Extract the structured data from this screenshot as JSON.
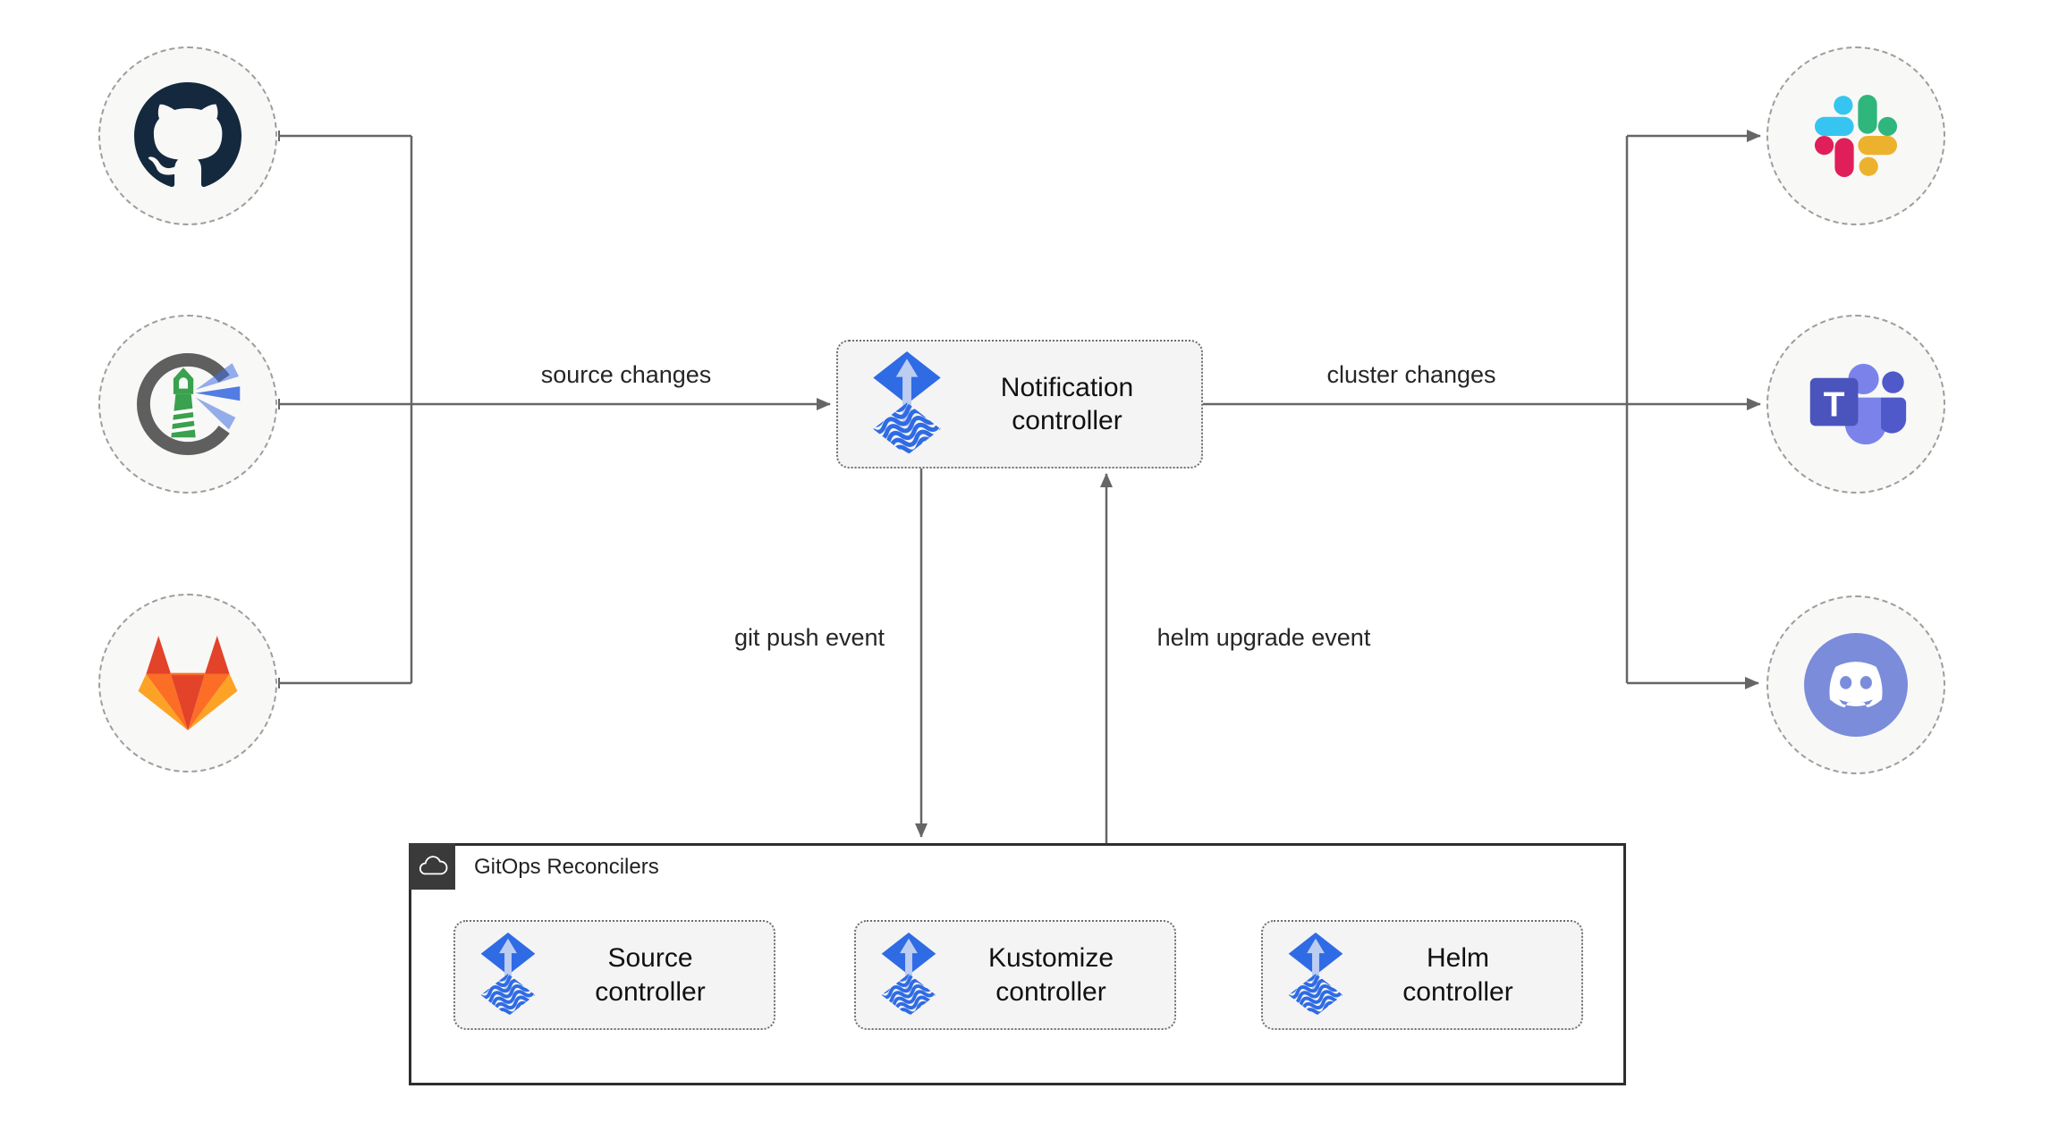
{
  "diagram": {
    "edge_labels": {
      "source_changes": "source changes",
      "cluster_changes": "cluster changes",
      "git_push": "git push event",
      "helm_upgrade": "helm upgrade event"
    },
    "nodes": {
      "notification": {
        "label": "Notification controller",
        "icon": "flux-logo-icon"
      },
      "sources": [
        {
          "icon": "github-icon"
        },
        {
          "icon": "harbor-icon"
        },
        {
          "icon": "gitlab-icon"
        }
      ],
      "targets": [
        {
          "icon": "slack-icon"
        },
        {
          "icon": "teams-icon",
          "letter": "T"
        },
        {
          "icon": "discord-icon"
        }
      ],
      "reconcilers": {
        "title": "GitOps Reconcilers",
        "title_icon": "cloud-icon",
        "items": [
          {
            "label": "Source controller",
            "icon": "flux-logo-icon"
          },
          {
            "label": "Kustomize controller",
            "icon": "flux-logo-icon"
          },
          {
            "label": "Helm controller",
            "icon": "flux-logo-icon"
          }
        ]
      }
    },
    "colors": {
      "flux_blue": "#2f6be4",
      "connector_gray": "#666666",
      "controller_box_fill": "#f4f4f4",
      "node_circle_fill": "#f8f8f6",
      "reconcilers_border": "#2e2e2e",
      "reconcilers_badge": "#3a3a3a",
      "gitlab_red": "#e24329",
      "gitlab_orange": "#fc6d26",
      "gitlab_yellow": "#fca326",
      "slack_blue": "#36c5f0",
      "slack_green": "#2eb67d",
      "slack_yellow": "#ecb22e",
      "slack_red": "#e01e5a",
      "teams_purple": "#4b53bc",
      "discord_blurple": "#7b8cdb",
      "harbor_green": "#3aa14f",
      "github_navy": "#14293e"
    }
  }
}
